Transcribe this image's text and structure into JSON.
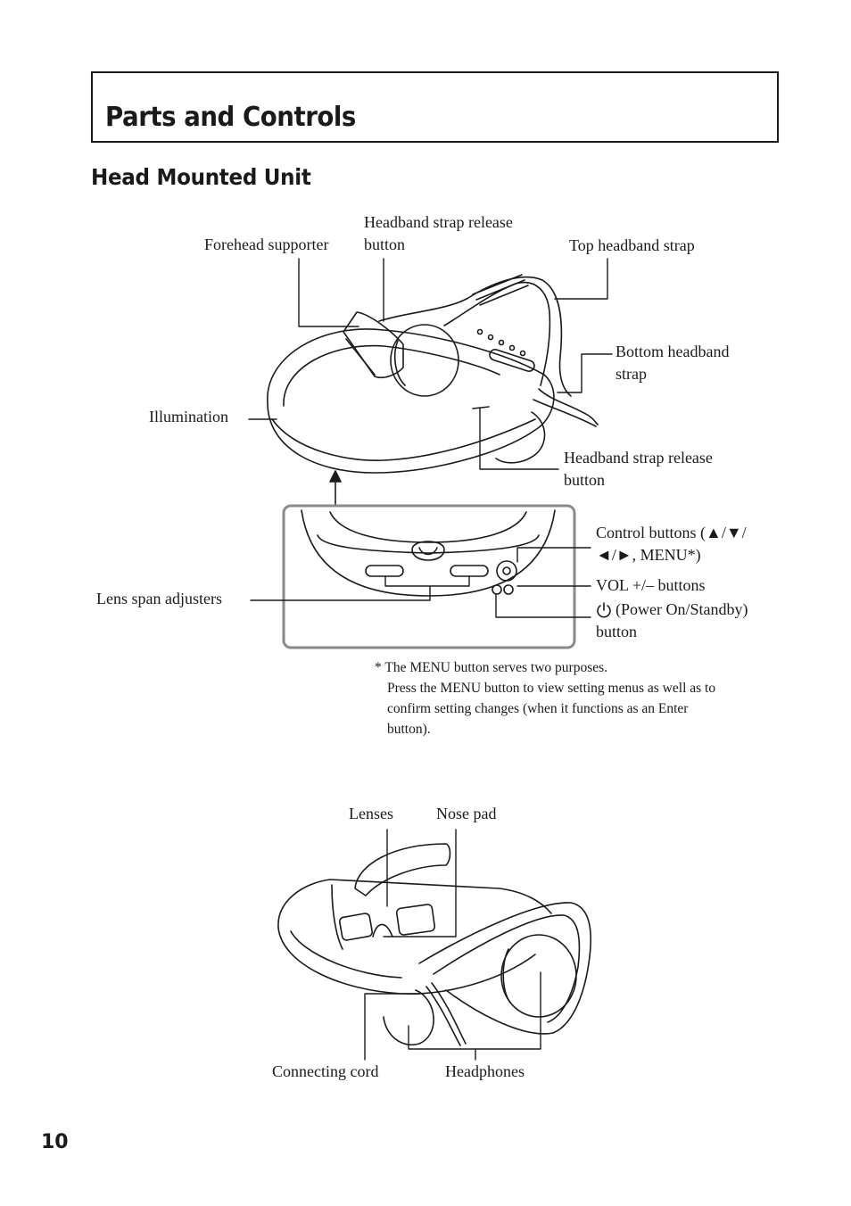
{
  "header": {
    "title": "Parts and Controls"
  },
  "section": {
    "title": "Head Mounted Unit"
  },
  "labels": {
    "forehead_supporter": "Forehead supporter",
    "headband_release_top_1": "Headband strap release",
    "headband_release_top_2": "button",
    "top_headband_strap": "Top headband strap",
    "bottom_headband_1": "Bottom headband",
    "bottom_headband_2": "strap",
    "illumination": "Illumination",
    "headband_release_side_1": "Headband strap release",
    "headband_release_side_2": "button",
    "control_buttons_1": "Control buttons (▲/▼/",
    "control_buttons_2": "◄/►, MENU*)",
    "vol_buttons": "VOL +/– buttons",
    "power_button_1": "(Power On/Standby)",
    "power_button_2": "button",
    "lens_span_adjusters": "Lens span adjusters",
    "lenses": "Lenses",
    "nose_pad": "Nose pad",
    "connecting_cord": "Connecting cord",
    "headphones": "Headphones"
  },
  "note": {
    "line1": "* The MENU button serves two purposes.",
    "line2": "Press the MENU button to view setting menus as well as to",
    "line3": "confirm setting changes (when it functions as an Enter",
    "line4": "button)."
  },
  "page_number": "10"
}
